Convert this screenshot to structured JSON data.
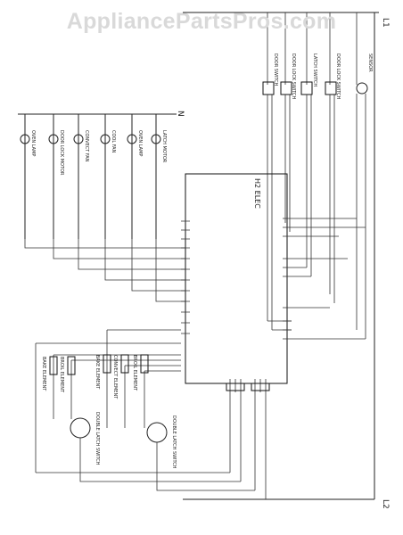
{
  "watermark": "AppliancePartsPros.com",
  "terminals": {
    "L1": "L1",
    "N": "N",
    "L2": "L2"
  },
  "board_label": "H2 ELEC",
  "lamps": [
    {
      "label": "OVEN LAMP"
    },
    {
      "label": "DOOR LOCK MOTOR"
    },
    {
      "label": "CONVECT FAN"
    },
    {
      "label": "COOL FAN"
    },
    {
      "label": "OVEN LAMP"
    },
    {
      "label": "LATCH MOTOR"
    }
  ],
  "top_switches": [
    {
      "label": "DOOR SWITCH"
    },
    {
      "label": "DOOR LOCK SWITCH"
    },
    {
      "label": "LATCH SWITCH"
    },
    {
      "label": "DOOR LOCK SWITCH"
    },
    {
      "label": "SENSOR"
    }
  ],
  "elements": [
    {
      "label": "BAKE ELEMENT"
    },
    {
      "label": "BROIL ELEMENT"
    },
    {
      "label": "BAKE ELEMENT"
    },
    {
      "label": "CONVECT ELEMENT"
    },
    {
      "label": "BROIL ELEMENT"
    }
  ],
  "switches": [
    {
      "label": "DOUBLE LATCH SWITCH"
    },
    {
      "label": "DOUBLE LATCH SWITCH"
    }
  ]
}
